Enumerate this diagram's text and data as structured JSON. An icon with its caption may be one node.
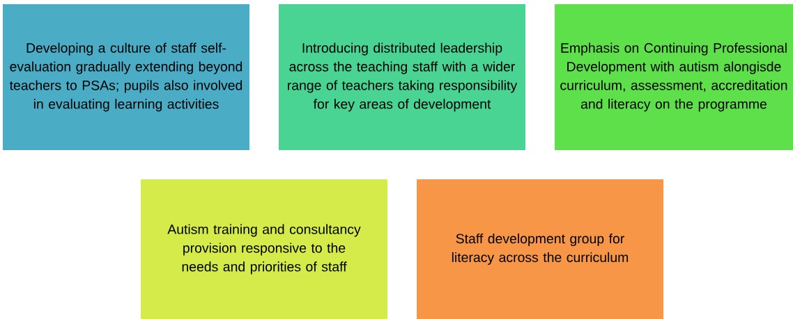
{
  "diagram": {
    "nodes": [
      {
        "text": [
          "Developing a culture of staff self-evaluation gradually extending beyond teachers to PSAs; pupils also involved in evaluating learning activities"
        ]
      },
      {
        "text": [
          "Introducing distributed leadership across the teaching staff with a wider range of teachers taking responsibility for key areas of development"
        ]
      },
      {
        "text": [
          "Emphasis on Continuing Professional Development with autism alongisde curriculum, assessment, accreditation and literacy on the programme"
        ]
      },
      {
        "text": [
          "Autism training and consultancy provision responsive to the needs and priorities of staff"
        ]
      },
      {
        "text": [
          "Staff development group for literacy across the curriculum"
        ]
      }
    ]
  }
}
